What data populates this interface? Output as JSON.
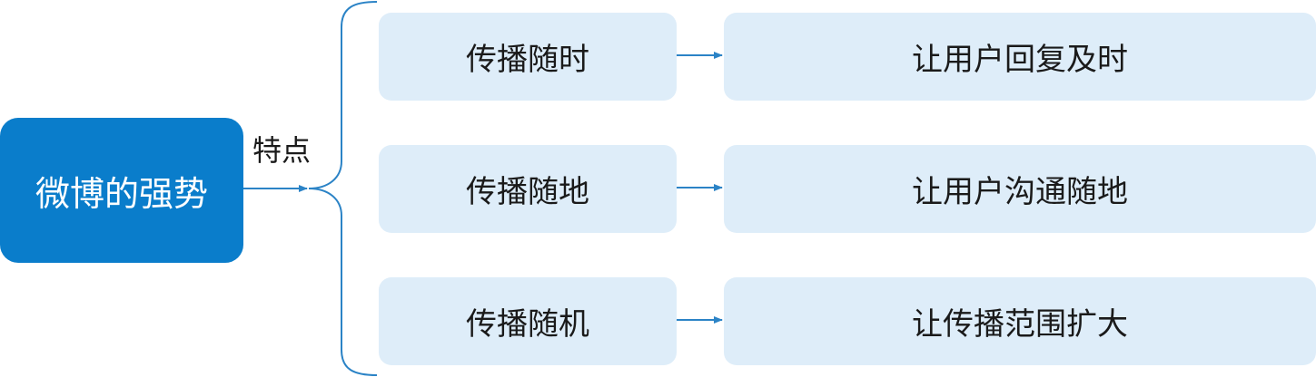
{
  "root": {
    "label": "微博的强势"
  },
  "relation_label": "特点",
  "rows": [
    {
      "trait": "传播随时",
      "result": "让用户回复及时"
    },
    {
      "trait": "传播随地",
      "result": "让用户沟通随地"
    },
    {
      "trait": "传播随机",
      "result": "让传播范围扩大"
    }
  ],
  "colors": {
    "root_fill": "#0a7dcb",
    "box_fill": "#deedf9",
    "connector": "#2b83c6",
    "root_text": "#ffffff",
    "box_text": "#1a1a1a"
  }
}
